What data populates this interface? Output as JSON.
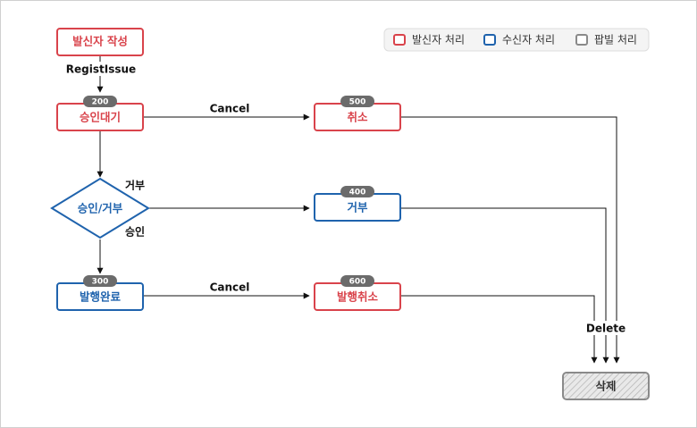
{
  "colors": {
    "sender": "#d9434b",
    "receiver": "#1f63ad",
    "platform": "#8a8a8a",
    "badge": "#6b6b6b",
    "line": "#111111"
  },
  "legend": [
    {
      "label": "발신자 처리",
      "color": "#d9434b"
    },
    {
      "label": "수신자 처리",
      "color": "#1f63ad"
    },
    {
      "label": "팝빌 처리",
      "color": "#8a8a8a"
    }
  ],
  "nodes": {
    "start": {
      "label": "발신자 작성"
    },
    "waiting": {
      "label": "승인대기",
      "code": "200"
    },
    "decision": {
      "label": "승인/거부"
    },
    "issued": {
      "label": "발행완료",
      "code": "300"
    },
    "cancelled": {
      "label": "취소",
      "code": "500"
    },
    "rejected": {
      "label": "거부",
      "code": "400"
    },
    "issue_cancelled": {
      "label": "발행취소",
      "code": "600"
    },
    "deleted": {
      "label": "삭제"
    }
  },
  "edges": {
    "regist": "RegistIssue",
    "cancel_waiting": "Cancel",
    "reject": "거부",
    "approve": "승인",
    "cancel_issued": "Cancel",
    "delete": "Delete"
  }
}
